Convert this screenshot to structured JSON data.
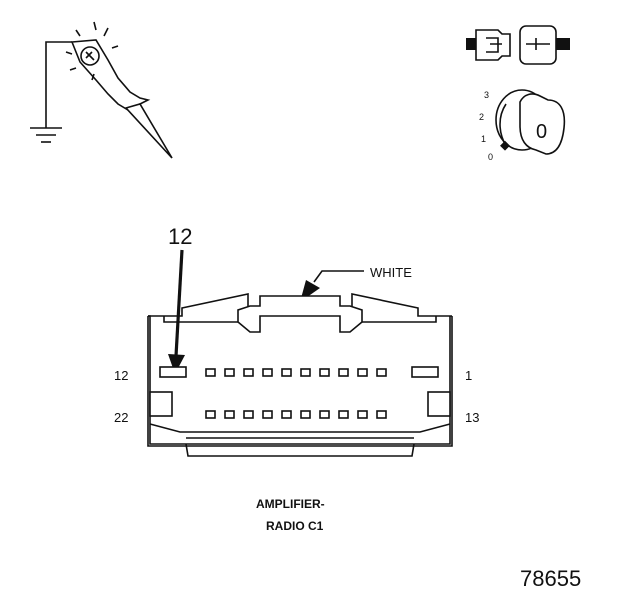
{
  "connector": {
    "color_label": "WHITE",
    "callout_pin": "12",
    "pin_labels": {
      "top_left": "12",
      "top_right": "1",
      "bottom_left": "22",
      "bottom_right": "13"
    },
    "name_line1": "AMPLIFIER-",
    "name_line2": "RADIO C1"
  },
  "ignition": {
    "positions": [
      "3",
      "2",
      "1",
      "0"
    ],
    "key_marking": "0"
  },
  "figure_number": "78655",
  "icons": [
    "test-light-probe-icon",
    "disconnect-connector-icon",
    "ignition-key-icon",
    "ground-symbol-icon"
  ],
  "colors": {
    "ink": "#111111",
    "background": "#ffffff"
  }
}
